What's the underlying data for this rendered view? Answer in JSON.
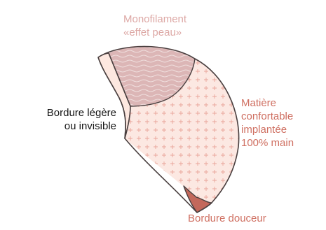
{
  "labels": {
    "monofilament": [
      "Monofilament",
      "«effet peau»"
    ],
    "bordure_legere": [
      "Bordure légère",
      "ou invisible"
    ],
    "matiere": [
      "Matière",
      "confortable",
      "implantée",
      "100% main"
    ],
    "bordure_douceur": "Bordure douceur"
  },
  "colors": {
    "outline": "#4a4040",
    "mono_fill": "#dcb6b6",
    "mono_wave": "#efdedd",
    "body_fill": "#fce8e2",
    "body_cross": "#e9a59a",
    "border_light": "#fde8e0",
    "border_soft": "#c3685b",
    "label_mono": "#dda8a5",
    "label_accent": "#cf6f61",
    "label_dark": "#151515"
  },
  "icons": {
    "body_texture": "plus-pattern",
    "mono_texture": "wave-pattern"
  }
}
